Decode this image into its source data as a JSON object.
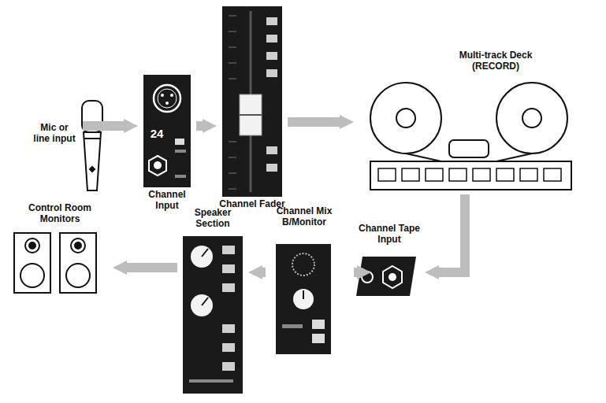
{
  "diagram": {
    "nodes": [
      {
        "text": [
          "Mic or line input"
        ]
      },
      {
        "text": [
          "24",
          "Channel Input"
        ]
      },
      {
        "text": [
          "Channel Fader"
        ]
      },
      {
        "text": [
          "Multi-track Deck (RECORD)"
        ]
      },
      {
        "text": [
          "Channel Tape Input"
        ]
      },
      {
        "text": [
          "Channel Mix B/Monitor"
        ]
      },
      {
        "text": [
          "Speaker Section"
        ]
      },
      {
        "text": [
          "Control Room Monitors"
        ]
      }
    ],
    "edges": [
      {
        "from": 0,
        "to": 1,
        "arrow": "to"
      },
      {
        "from": 1,
        "to": 2,
        "arrow": "to"
      },
      {
        "from": 2,
        "to": 3,
        "arrow": "to"
      },
      {
        "from": 3,
        "to": 4,
        "arrow": "to"
      },
      {
        "from": 4,
        "to": 5,
        "arrow": "to"
      },
      {
        "from": 5,
        "to": 6,
        "arrow": "to"
      },
      {
        "from": 6,
        "to": 7,
        "arrow": "to"
      }
    ]
  }
}
